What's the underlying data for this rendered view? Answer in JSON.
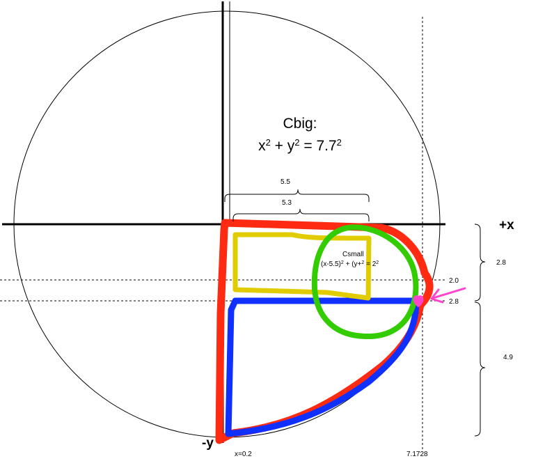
{
  "big_circle": {
    "name": "Cbig:",
    "eq": {
      "x": "x",
      "exp1": "2",
      "plus": " + y",
      "exp2": "2",
      "eq_val": " = 7.7",
      "exp3": "2"
    }
  },
  "small_circle": {
    "name": "Csmall",
    "eq": {
      "a": "(x-5.5)",
      "e1": "2",
      "b": " + (y+",
      "e2": "2",
      "c": " = 2",
      "e3": "2"
    }
  },
  "axis_labels": {
    "plus_x": "+x",
    "minus_y": "-y"
  },
  "dimensions": {
    "top_brace_outer": "5.5",
    "top_brace_inner": "5.3",
    "right_brace_upper": "2.8",
    "right_brace_lower": "4.9",
    "inline_2_0": "2.0",
    "inline_2_8": "2.8",
    "x_left_label": "x=0.2",
    "x_right_label": "7.1728"
  },
  "colors": {
    "red_region": "#ff2a12",
    "blue_region": "#1030ff",
    "yellow_rect": "#e0cc00",
    "green_circle": "#33cc00",
    "pink_marker": "#ff44cc"
  }
}
